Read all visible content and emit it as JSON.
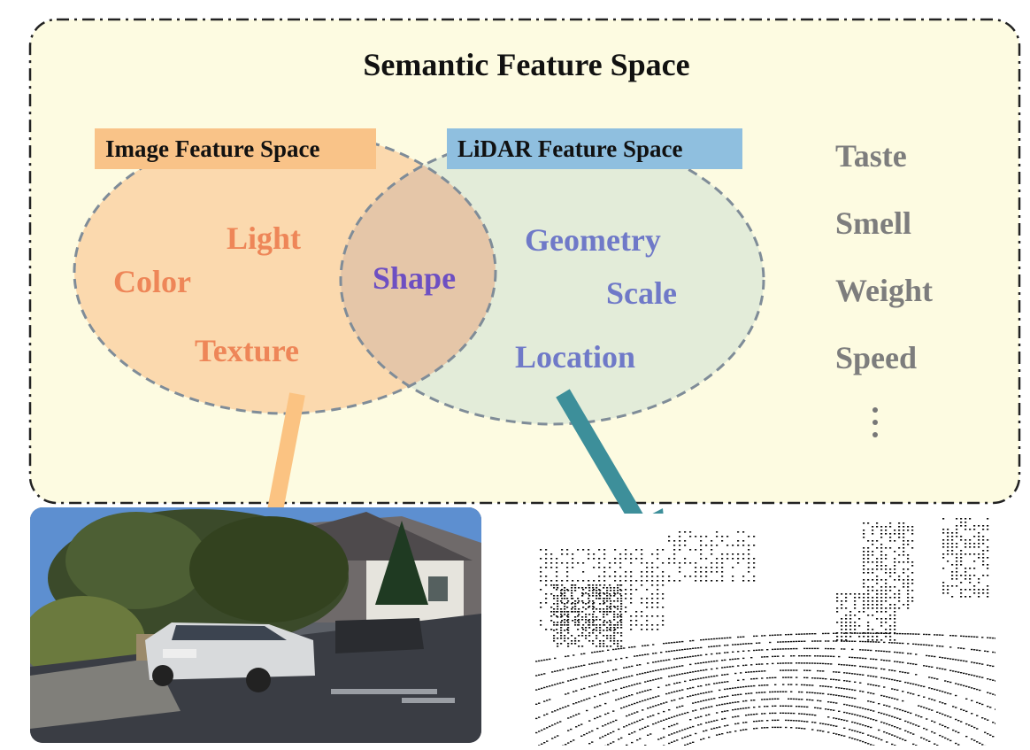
{
  "title": "Semantic Feature Space",
  "image_space": {
    "label": "Image Feature Space",
    "words": [
      "Light",
      "Color",
      "Texture"
    ]
  },
  "lidar_space": {
    "label": "LiDAR Feature Space",
    "words": [
      "Geometry",
      "Scale",
      "Location"
    ]
  },
  "shared_word": "Shape",
  "other_words": [
    "Taste",
    "Smell",
    "Weight",
    "Speed"
  ],
  "colors": {
    "background": "#fdfbe1",
    "image_ellipse": "#fbd9ae",
    "lidar_ellipse": "#e3ecd9",
    "overlap": "#e5c6a8",
    "image_text": "#ee8658",
    "lidar_text": "#6f79c8",
    "shape_text": "#6d4fc2",
    "other_text": "#7d7d7d",
    "image_arrow": "#fbc382",
    "lidar_arrow": "#3d8f9a"
  }
}
